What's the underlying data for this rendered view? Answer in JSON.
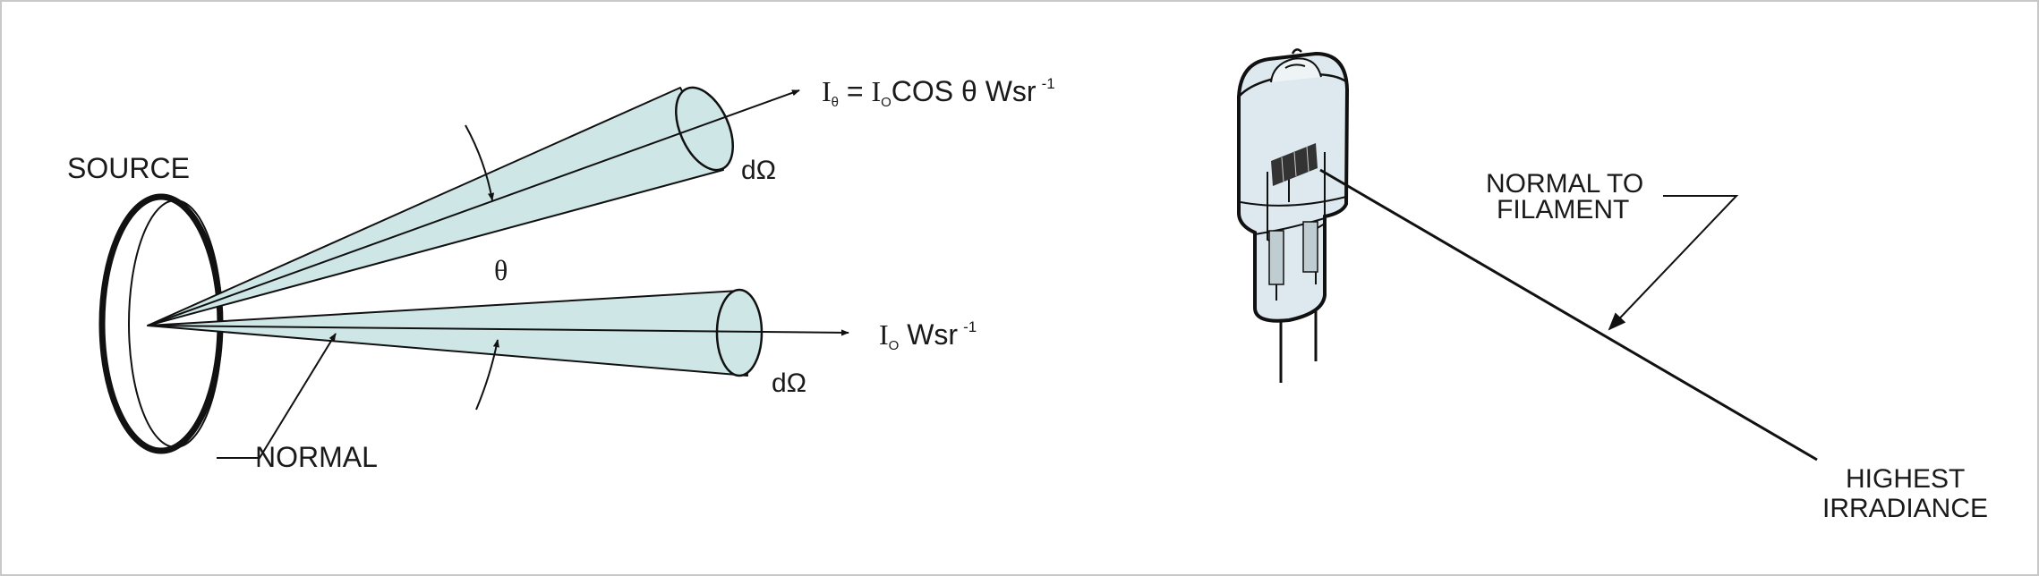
{
  "left_figure": {
    "source_label": "SOURCE",
    "normal_label": "NORMAL",
    "theta_symbol": "θ",
    "upper_beam": {
      "i_theta_main": "I",
      "i_theta_sub": "θ",
      "equals": " = ",
      "i_o_main": "I",
      "i_o_sub": "O",
      "cos_text": "COS θ Wsr",
      "exponent": "-1",
      "solid_angle": "dΩ"
    },
    "lower_beam": {
      "i_main": "I",
      "i_sub": "O",
      "unit_text": " Wsr",
      "exponent": "-1",
      "solid_angle": "dΩ"
    }
  },
  "right_figure": {
    "normal_to_filament_line1": "NORMAL TO",
    "normal_to_filament_line2": "FILAMENT",
    "highest_irradiance_line1": "HIGHEST",
    "highest_irradiance_line2": "IRRADIANCE"
  },
  "colors": {
    "cone_fill": "#cfe6e6",
    "lamp_fill": "#dde9ee",
    "stroke": "#111111"
  }
}
